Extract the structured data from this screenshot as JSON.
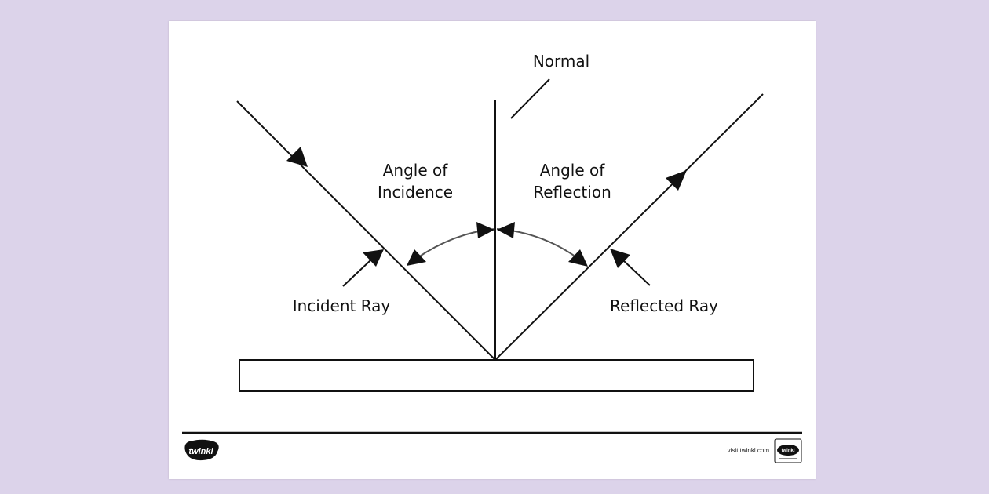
{
  "labels": {
    "normal": "Normal",
    "angle_incidence_line1": "Angle of",
    "angle_incidence_line2": "Incidence",
    "angle_reflection_line1": "Angle of",
    "angle_reflection_line2": "Reflection",
    "incident_ray": "Incident Ray",
    "reflected_ray": "Reflected Ray"
  },
  "footer": {
    "logo_text": "twinkl",
    "url": "visit twinkl.com",
    "badge_text": "twinkl"
  },
  "colors": {
    "background": "#dcd3ea",
    "sheet": "#ffffff",
    "ink": "#111111",
    "arc": "#555555"
  }
}
